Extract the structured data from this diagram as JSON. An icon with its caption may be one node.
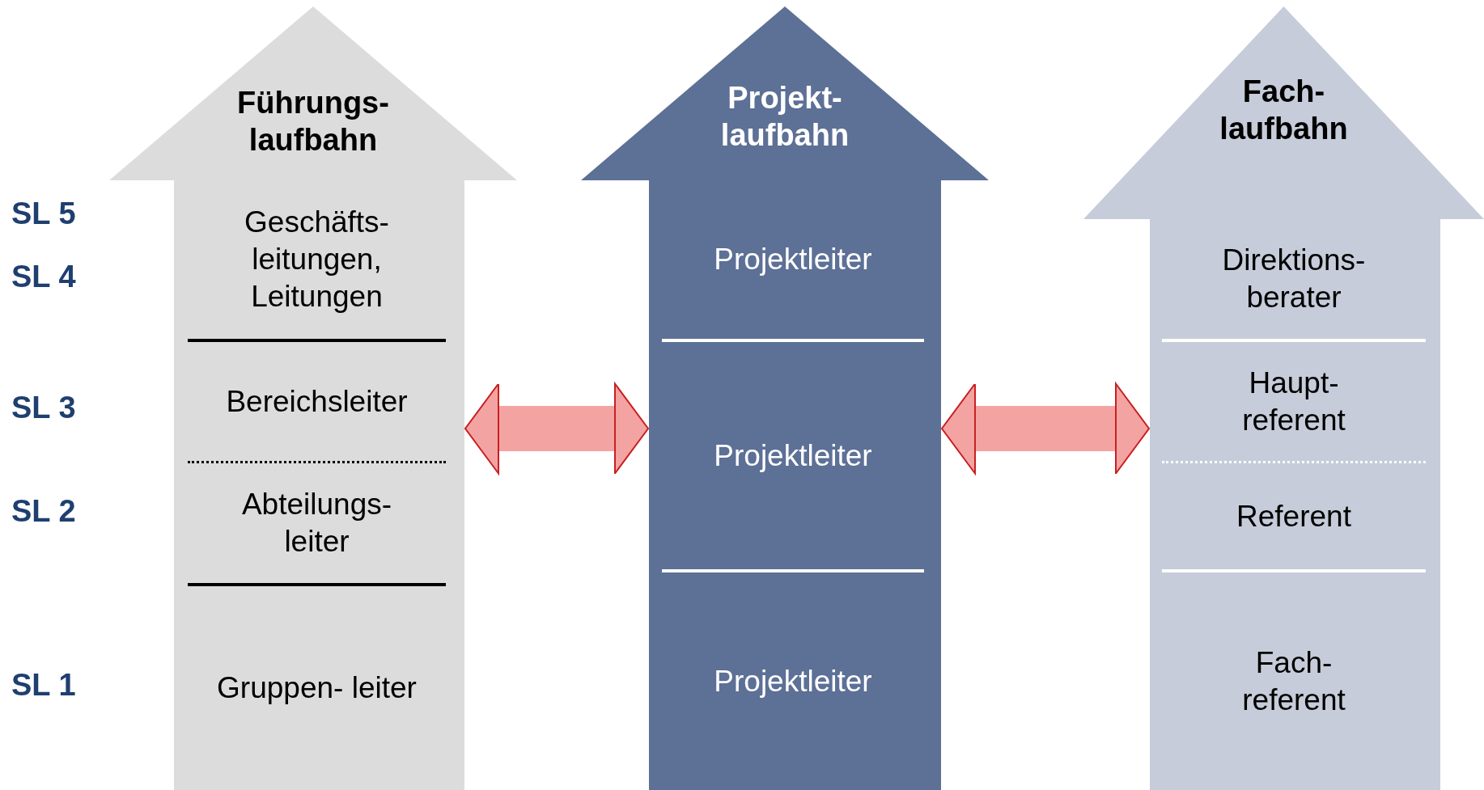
{
  "diagram": {
    "nodes": [
      {
        "text": [
          "Führungs- laufbahn"
        ]
      },
      {
        "text": [
          "Geschäfts- leitungen, Leitungen"
        ],
        "in": 0
      },
      {
        "text": [
          "Bereichsleiter"
        ],
        "in": 0
      },
      {
        "text": [
          "Abteilungs- leiter"
        ],
        "in": 0
      },
      {
        "text": [
          "Gruppen- leiter"
        ],
        "in": 0
      },
      {
        "text": [
          "Projekt- laufbahn"
        ]
      },
      {
        "text": [
          "Projektleiter"
        ],
        "in": 5
      },
      {
        "text": [
          "Projektleiter"
        ],
        "in": 5
      },
      {
        "text": [
          "Projektleiter"
        ],
        "in": 5
      },
      {
        "text": [
          "Fach- laufbahn"
        ]
      },
      {
        "text": [
          "Direktions- berater"
        ],
        "in": 9
      },
      {
        "text": [
          "Haupt- referent"
        ],
        "in": 9
      },
      {
        "text": [
          "Referent"
        ],
        "in": 9
      },
      {
        "text": [
          "Fach- referent"
        ],
        "in": 9
      }
    ],
    "edges": [
      {
        "from": 0,
        "to": 5,
        "arrow": "both"
      },
      {
        "from": 5,
        "to": 9,
        "arrow": "both"
      }
    ],
    "labels": [
      "SL 5",
      "SL 4",
      "SL 3",
      "SL 2",
      "SL 1"
    ]
  }
}
